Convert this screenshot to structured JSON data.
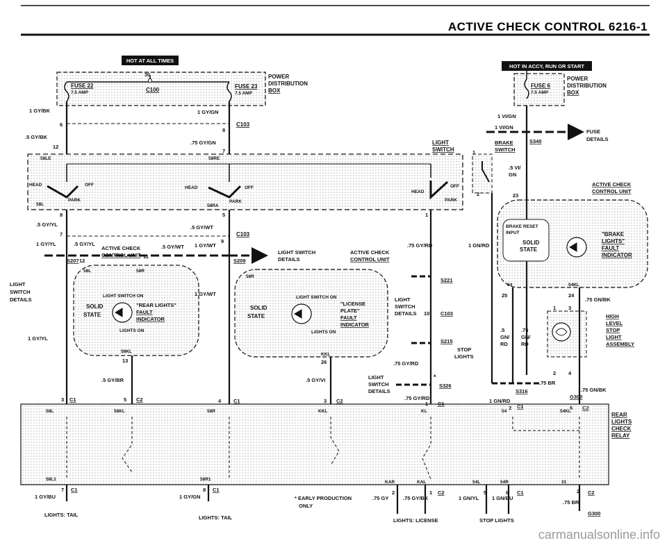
{
  "header": {
    "title": "ACTIVE CHECK CONTROL   6216-1"
  },
  "hot_banners": {
    "always": "HOT AT ALL TIMES",
    "accy_run": "HOT IN ACCY, RUN OR START"
  },
  "power_box_left": {
    "fuse22": "FUSE 22",
    "fuse22_amp": "7.5 AMP",
    "fuse23": "FUSE 23",
    "fuse23_amp": "7.5 AMP",
    "c100": "C100",
    "pin30": "30",
    "label": [
      "POWER",
      "DISTRIBUTION",
      "BOX"
    ]
  },
  "power_box_right": {
    "fuse6": "FUSE 6",
    "fuse6_amp": "7.5 AMP",
    "label": [
      "POWER",
      "DISTRIBUTION",
      "BOX"
    ]
  },
  "wires": {
    "gy_bk": "1 GY/BK",
    "gy_gn": "1 GY/GN",
    "gy_bk_5": ".5 GY/BK",
    "gy_gn_75": ".75 GY/GN",
    "gy_yl_5": ".5 GY/YL",
    "gy_wt_5": ".5 GY/WT",
    "gy_yl_1": "1 GY/YL",
    "gy_wt_1": "1 GY/WT",
    "gy_yl_5b": ".5 GY/YL",
    "gy_wt_5b": ".5 GY/WT",
    "gy_wt_1b": "1 GY/WT",
    "gy_yl_left": "1 GY/YL",
    "gy_br_5": ".5 GY/BR",
    "gy_vi_5": ".5 GY/VI",
    "gy_rd_75": ".75 GY/RD",
    "gy_rd_75b": ".75 GY/RD",
    "gy_rd_75c": ".75 GY/RD",
    "gn_rd_1": "1 GN/RD",
    "gn_rd_1b": "1 GN/RD",
    "vi_gn": "1 VI/GN",
    "vi_gn_b": "1 VI/GN",
    "vi_gn_5": ".5 VI/",
    "vi_gn_5b": "GN",
    "gn_bk_75": ".75 GN/BK",
    "gn_bk_75b": ".75 GN/BK",
    "br_75": ".75 BR",
    "br_75b": ".75 BR",
    "gy_bu_1": "1 GY/BU",
    "gy_gn_1b": "1 GY/GN",
    "gy_75": ".75 GY",
    "gy_bk_75": ".75 GY/BK",
    "gn_yl_1": "1 GN/YL",
    "gn_bu_1": "1 GN/BU",
    "gn_rd_5": ".5",
    "gn_rd_5b": "GN/",
    "gn_rd_5c": "RD",
    "gn_rd_75": ".75",
    "gn_rd_75b": "GN/",
    "gn_rd_75c": "RD"
  },
  "connectors": {
    "c103a": "C103",
    "c103b": "C103",
    "c103c": "C103",
    "c1": "C1",
    "c2": "C2",
    "s207": "S207",
    "s209": "S209",
    "s221": "S221",
    "s215": "S215",
    "s326": "S326",
    "s340": "S340",
    "s316": "S316",
    "g300a": "G300",
    "g300b": "G300"
  },
  "pins": {
    "p6": "6",
    "p8": "8",
    "p12": "12",
    "p7": "7",
    "p7b": "7",
    "p5": "5",
    "p9": "9",
    "p11": "11",
    "p12b": "12",
    "p13": "13",
    "p26": "26",
    "p3a": "3",
    "p5a": "5",
    "p4a": "4",
    "p3b": "3",
    "p1": "1",
    "p10": "10",
    "p7c": "7",
    "p8c": "8",
    "p2": "2",
    "p1c": "1",
    "p5c": "5",
    "p6c": "6",
    "p2c": "2",
    "p23": "23",
    "p25": "25",
    "p24": "24",
    "p1d": "1",
    "p3d": "3",
    "p2d": "2",
    "p4d": "4",
    "p6d": "6",
    "p1e": "1",
    "p2e": "2"
  },
  "light_switch": {
    "t58le": "58LE",
    "t58re": "58RE",
    "t58l": "58L",
    "t58ra": "58RA",
    "head_l": "HEAD",
    "off_l": "OFF",
    "park_l": "PARK",
    "head_m": "HEAD",
    "off_m": "OFF",
    "park_m": "PARK",
    "head_r": "HEAD",
    "off_r": "OFF",
    "park_r": "PARK",
    "details": [
      "LIGHT",
      "SWITCH"
    ]
  },
  "brake_switch": {
    "label": [
      "BRAKE",
      "SWITCH"
    ],
    "fuse_details": [
      "FUSE",
      "DETAILS"
    ]
  },
  "ack_unit_left": {
    "title": [
      "ACTIVE CHECK",
      "CONTROL UNIT"
    ],
    "t58l": "58L",
    "t58r": "58R",
    "light_switch_on": "LIGHT SWITCH ON",
    "solid": "SOLID",
    "state": "STATE",
    "indicator": [
      "\"REAR LIGHTS\"",
      "FAULT",
      "INDICATOR"
    ],
    "lights_on": "LIGHTS ON",
    "t58kl": "58KL"
  },
  "ack_unit_mid": {
    "title": [
      "ACTIVE CHECK",
      "CONTROL UNIT"
    ],
    "lsd": [
      "LIGHT SWITCH",
      "DETAILS"
    ],
    "t58r": "58R",
    "light_switch_on": "LIGHT SWITCH ON",
    "solid": "SOLID",
    "state": "STATE",
    "indicator": [
      "\"LICENSE",
      "PLATE\"",
      "FAULT",
      "INDICATOR"
    ],
    "lights_on": "LIGHTS ON",
    "kkl": "KKL"
  },
  "ack_unit_right": {
    "title": [
      "ACTIVE CHECK",
      "CONTROL UNIT"
    ],
    "brake_reset": [
      "BRAKE RESET",
      "INPUT"
    ],
    "solid": "SOLID",
    "state": "STATE",
    "indicator": [
      "\"BRAKE",
      "LIGHTS\"",
      "FAULT",
      "INDICATOR"
    ],
    "t54": "54",
    "t54kl": "54KL"
  },
  "high_stop": [
    "HIGH",
    "LEVEL",
    "STOP",
    "LIGHT",
    "ASSEMBLY"
  ],
  "side_labels": {
    "lsd_left": [
      "LIGHT",
      "SWITCH",
      "DETAILS"
    ],
    "lsd_mid": [
      "LIGHT",
      "SWITCH",
      "DETAILS"
    ],
    "lsd_bottom": [
      "LIGHT",
      "SWITCH",
      "DETAILS"
    ],
    "stop_lights": [
      "STOP",
      "LIGHTS"
    ],
    "lsd_c103": "C103"
  },
  "relay": {
    "label": [
      "REAR",
      "LIGHTS",
      "CHECK",
      "RELAY"
    ],
    "t58l": "58L",
    "t58kl": "58KL",
    "t58r": "58R",
    "tkkl": "KKL",
    "tkl": "KL",
    "t54": "54",
    "t54kl": "54KL",
    "t58l1": "58L1",
    "t58r1": "58R1",
    "tkar": "KAR",
    "tkal": "KAL",
    "t54l": "54L",
    "t54r": "54R",
    "t31": "31"
  },
  "bottom": {
    "tail_left": "LIGHTS: TAIL",
    "tail_mid": "LIGHTS: TAIL",
    "license": "LIGHTS: LICENSE",
    "stop": "STOP LIGHTS",
    "early": [
      "* EARLY PRODUCTION",
      "ONLY"
    ],
    "star": "*"
  },
  "watermark": "carmanualsonline.info"
}
